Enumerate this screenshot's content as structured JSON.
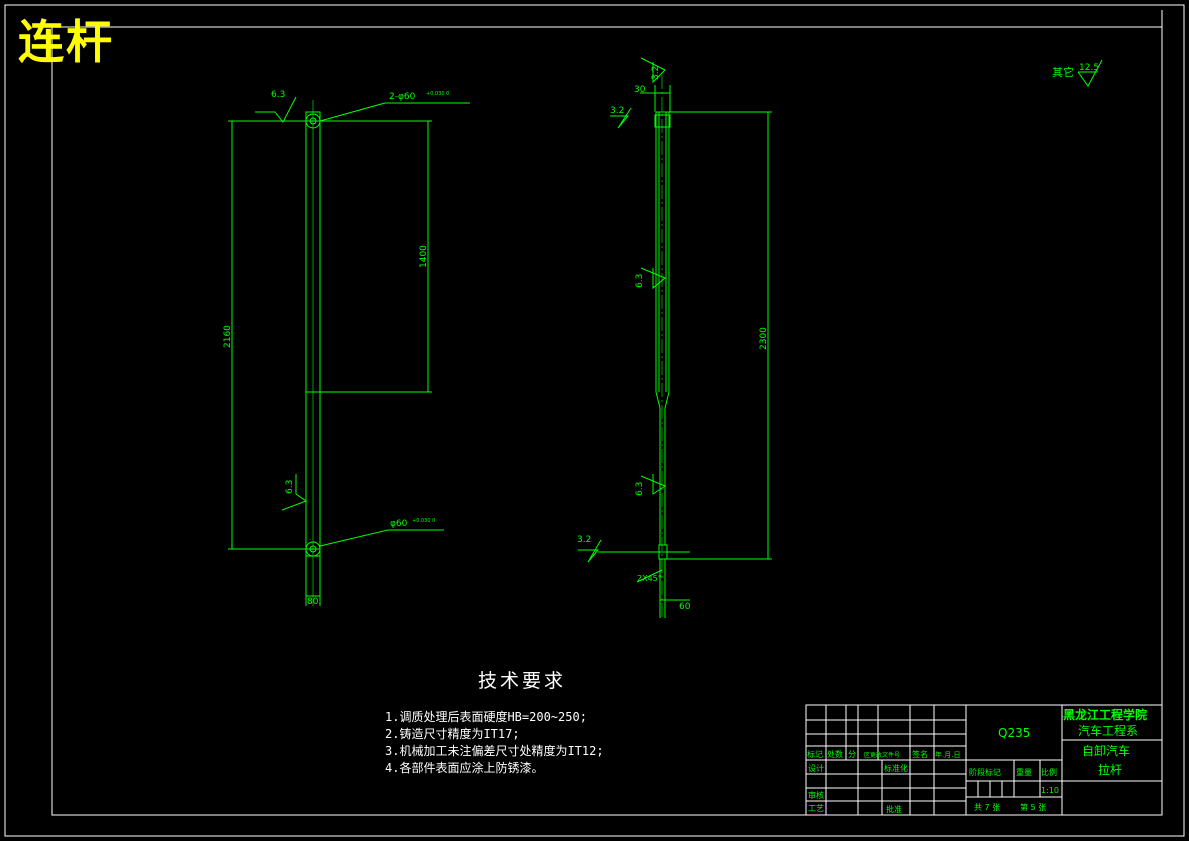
{
  "title": "连杆",
  "front_view": {
    "hole_top_label": "2-φ60",
    "hole_top_tol": "+0.030 0",
    "hole_bottom_label": "φ60",
    "hole_bottom_tol": "+0.030 0",
    "dim_overall": "2160",
    "dim_upper": "1400",
    "dim_width": "80",
    "roughness_top": "6.3",
    "roughness_mid": "6.3"
  },
  "side_view": {
    "dim_top": "30",
    "dim_overall": "2300",
    "dim_bottom": "60",
    "chamfer": "2X45°",
    "roughness": [
      "3.2",
      "3.2",
      "6.3",
      "6.3",
      "3.2"
    ]
  },
  "other_roughness": {
    "label": "其它",
    "value": "12.5"
  },
  "tech_requirements": {
    "heading": "技术要求",
    "items": [
      "1.调质处理后表面硬度HB=200~250;",
      "2.铸造尺寸精度为IT17;",
      "3.机械加工未注偏差尺寸处精度为IT12;",
      "4.各部件表面应涂上防锈漆。"
    ]
  },
  "title_block": {
    "material": "Q235",
    "school": "黑龙江工程学院",
    "department": "汽车工程系",
    "product": "自卸汽车",
    "part_name": "拉杆",
    "scale": "1:10",
    "sheet_total": "共 7 张",
    "sheet_no": "第 5 张",
    "col_headers": [
      "标记",
      "处数",
      "分",
      "区更改文件号",
      "签名",
      "年.月.日"
    ],
    "designer": "设计",
    "standard": "标准化",
    "review": "审核",
    "process": "工艺",
    "approve": "批准",
    "stage": "阶段标记",
    "weight": "重量",
    "ratio": "比例"
  },
  "colors": {
    "line": "#00ff00",
    "title": "#ffff00",
    "text": "#ffffff",
    "frame": "#ffffff"
  }
}
